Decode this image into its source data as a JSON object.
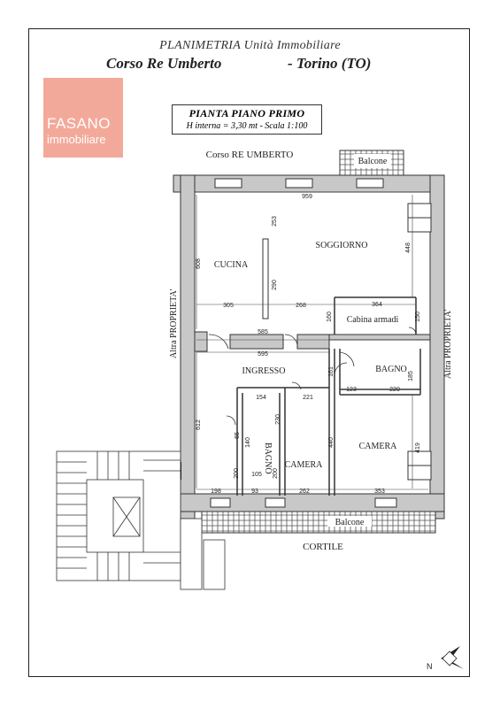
{
  "header": {
    "line1": "PLANIMETRIA Unità Immobiliare",
    "address": "Corso Re Umberto",
    "city": "- Torino (TO)"
  },
  "logo": {
    "line1": "FASANO",
    "line2": "immobiliare",
    "color": "#f3a99a"
  },
  "plan_title": {
    "title": "PIANTA PIANO PRIMO",
    "subtitle": "H interna = 3,30 mt - Scala 1:100"
  },
  "labels": {
    "street": "Corso RE UMBERTO",
    "balcone_top": "Balcone",
    "balcone_bottom": "Balcone",
    "cortile": "CORTILE",
    "altra_left": "Altra PROPRIETA'",
    "altra_right": "Altra PROPRIETA'",
    "north": "N"
  },
  "rooms": {
    "cucina": "CUCINA",
    "soggiorno": "SOGGIORNO",
    "cabina": "Cabina armadi",
    "ingresso": "INGRESSO",
    "bagno1": "BAGNO",
    "bagno2": "BAGNO",
    "camera1": "CAMERA",
    "camera2": "CAMERA"
  },
  "dims": {
    "d959": "959",
    "d253": "253",
    "d608": "608",
    "d448": "448",
    "d290": "290",
    "d305": "305",
    "d268": "268",
    "d364": "364",
    "d160": "160",
    "d150": "150",
    "d585": "585",
    "d595": "595",
    "d161": "161",
    "d185": "185",
    "d123": "123",
    "d220": "220",
    "d154": "154",
    "d221": "221",
    "d612": "612",
    "d230": "230",
    "d65": "65",
    "d140": "140",
    "d440": "440",
    "d419": "419",
    "d200a": "200",
    "d105": "105",
    "d200b": "200",
    "d198": "198",
    "d93": "93",
    "d262": "262",
    "d353": "353"
  }
}
